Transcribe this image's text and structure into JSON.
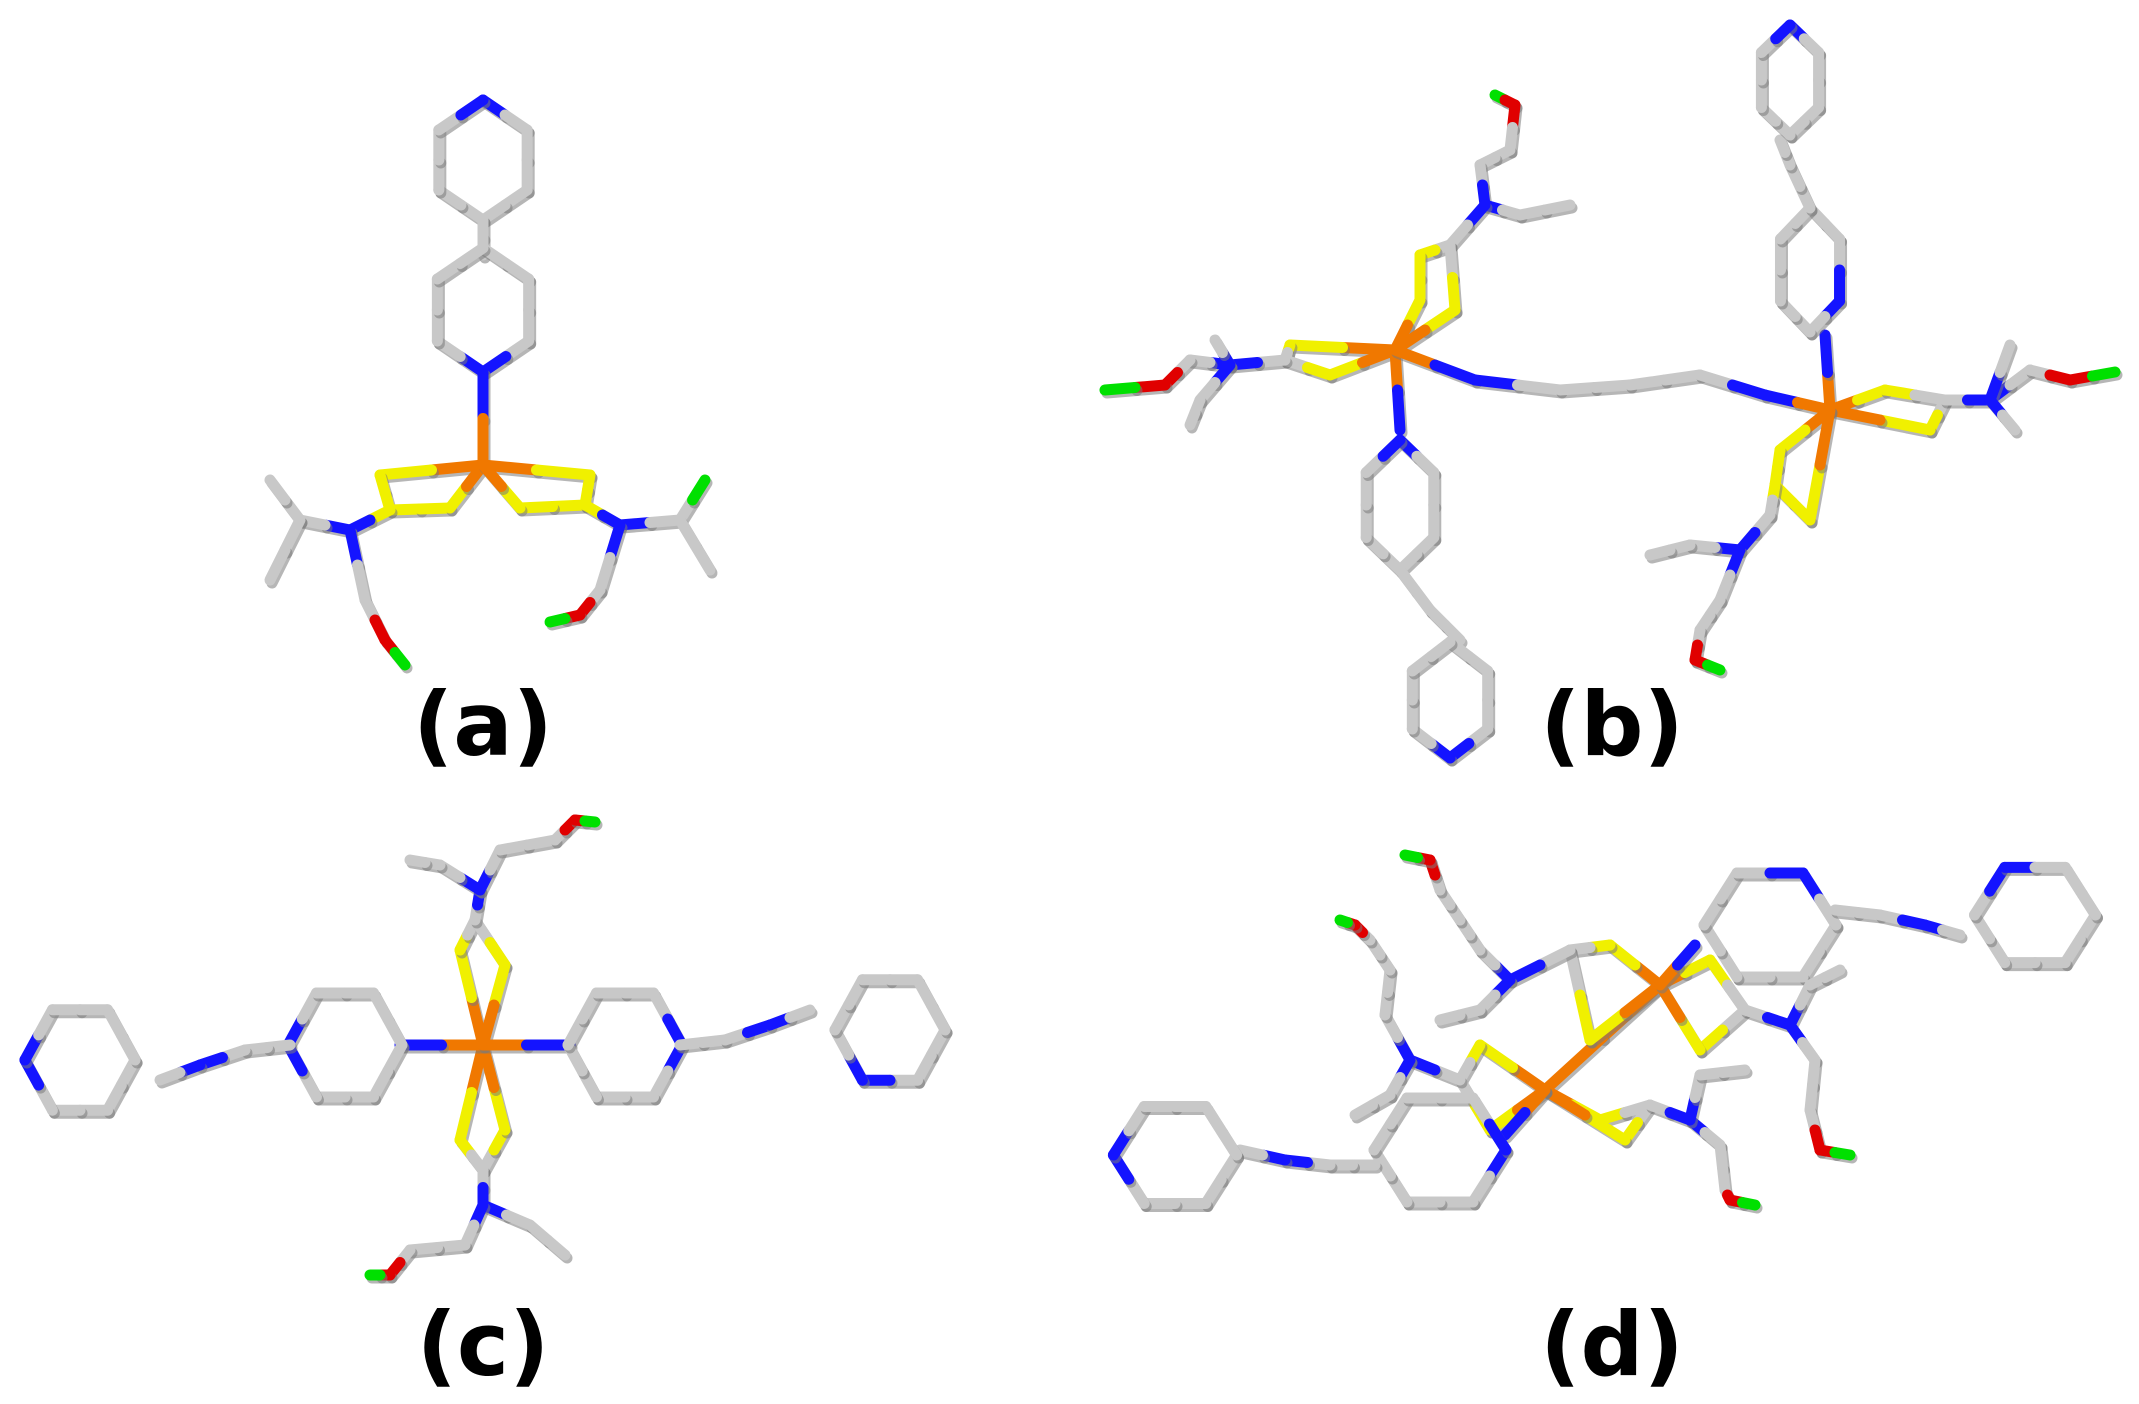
{
  "panels": [
    {
      "id": "a",
      "label": "(a)"
    },
    {
      "id": "b",
      "label": "(b)"
    },
    {
      "id": "c",
      "label": "(c)"
    },
    {
      "id": "d",
      "label": "(d)"
    }
  ],
  "atom_colors": {
    "carbon": "#c8c8c8",
    "nitrogen": "#1414ff",
    "sulfur": "#f0f000",
    "metal": "#f07800",
    "oxygen": "#e00000",
    "hydrogen": "#00e000"
  }
}
